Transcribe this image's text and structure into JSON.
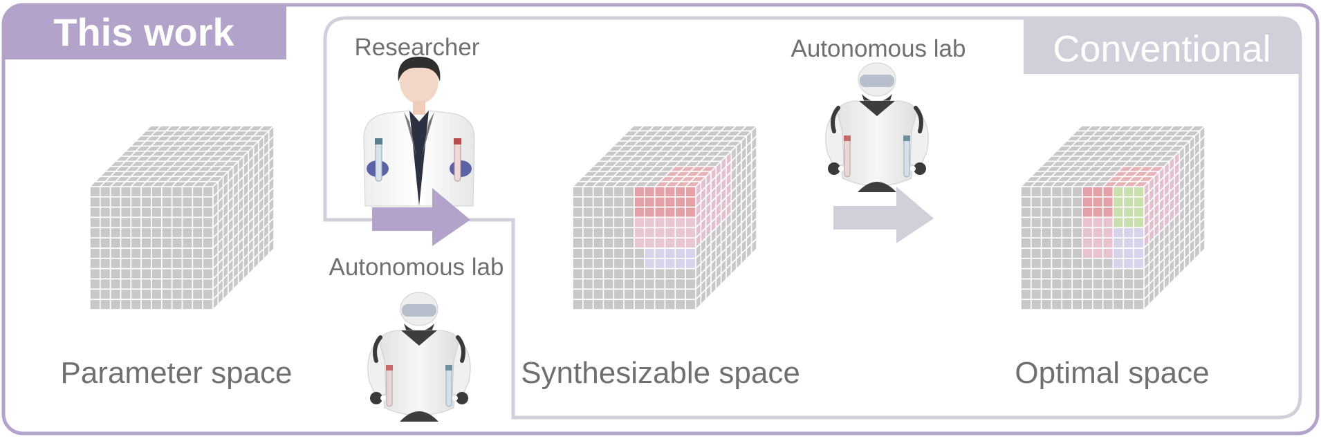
{
  "tabs": {
    "this_work": "This work",
    "conventional": "Conventional"
  },
  "labels": {
    "researcher": "Researcher",
    "autonomous_lab_top": "Autonomous lab",
    "autonomous_lab_bottom": "Autonomous lab",
    "parameter_space": "Parameter space",
    "synthesizable_space": "Synthesizable space",
    "optimal_space": "Optimal space"
  },
  "icons": {
    "researcher": "scientist-figure-icon",
    "robot": "robot-icon",
    "arrow": "arrow-right-icon"
  },
  "colors": {
    "this_work": "#b3a2c9",
    "conventional": "#d2cfdb",
    "grid": "#c8c8c8",
    "label": "#6f6f6f",
    "highlight_red": "#e3a0a6",
    "highlight_lavender": "#d6d3ea",
    "highlight_green": "#c9dfae"
  }
}
